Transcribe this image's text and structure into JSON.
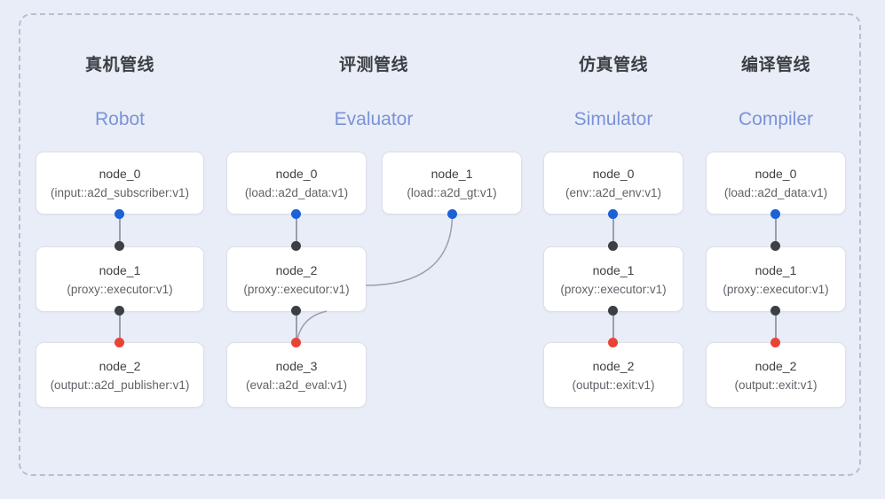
{
  "panel": {
    "border_style": "dashed",
    "border_color": "#b7bfcf",
    "background": "#e9edf8"
  },
  "colors": {
    "input_port": "#1a62d6",
    "proxy_port": "#3c4043",
    "output_port": "#ea4335",
    "edge": "#9aa0ab",
    "subtitle": "#7a93d6",
    "node_bg": "#ffffff",
    "node_border": "#dce0e8"
  },
  "columns": [
    {
      "title_cn": "真机管线",
      "title_en": "Robot",
      "nodes": [
        {
          "name": "node_0",
          "spec": "(input::a2d_subscriber:v1)"
        },
        {
          "name": "node_1",
          "spec": "(proxy::executor:v1)"
        },
        {
          "name": "node_2",
          "spec": "(output::a2d_publisher:v1)"
        }
      ]
    },
    {
      "title_cn": "评测管线",
      "title_en": "Evaluator",
      "nodes": [
        {
          "name": "node_0",
          "spec": "(load::a2d_data:v1)"
        },
        {
          "name": "node_1",
          "spec": "(load::a2d_gt:v1)"
        },
        {
          "name": "node_2",
          "spec": "(proxy::executor:v1)"
        },
        {
          "name": "node_3",
          "spec": "(eval::a2d_eval:v1)"
        }
      ]
    },
    {
      "title_cn": "仿真管线",
      "title_en": "Simulator",
      "nodes": [
        {
          "name": "node_0",
          "spec": "(env::a2d_env:v1)"
        },
        {
          "name": "node_1",
          "spec": "(proxy::executor:v1)"
        },
        {
          "name": "node_2",
          "spec": "(output::exit:v1)"
        }
      ]
    },
    {
      "title_cn": "编译管线",
      "title_en": "Compiler",
      "nodes": [
        {
          "name": "node_0",
          "spec": "(load::a2d_data:v1)"
        },
        {
          "name": "node_1",
          "spec": "(proxy::executor:v1)"
        },
        {
          "name": "node_2",
          "spec": "(output::exit:v1)"
        }
      ]
    }
  ]
}
